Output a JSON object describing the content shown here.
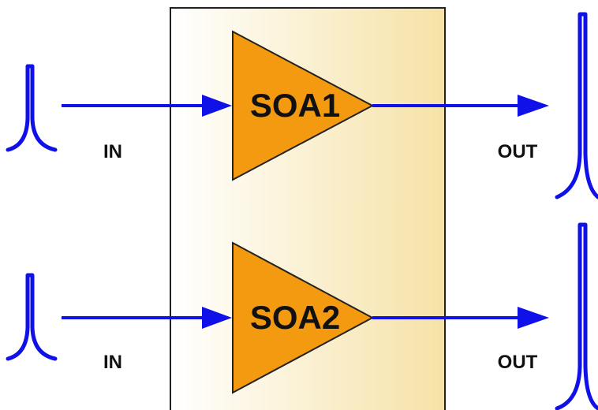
{
  "amplifiers": [
    {
      "label": "SOA1",
      "input_label": "IN",
      "output_label": "OUT"
    },
    {
      "label": "SOA2",
      "input_label": "IN",
      "output_label": "OUT"
    }
  ],
  "colors": {
    "signal": "#1010e8",
    "amplifier_fill": "#f39a10",
    "amplifier_stroke": "#222222",
    "box_gradient_start": "#ffffff",
    "box_gradient_end": "#f6e2a6",
    "box_stroke": "#222222",
    "text": "#111111"
  }
}
